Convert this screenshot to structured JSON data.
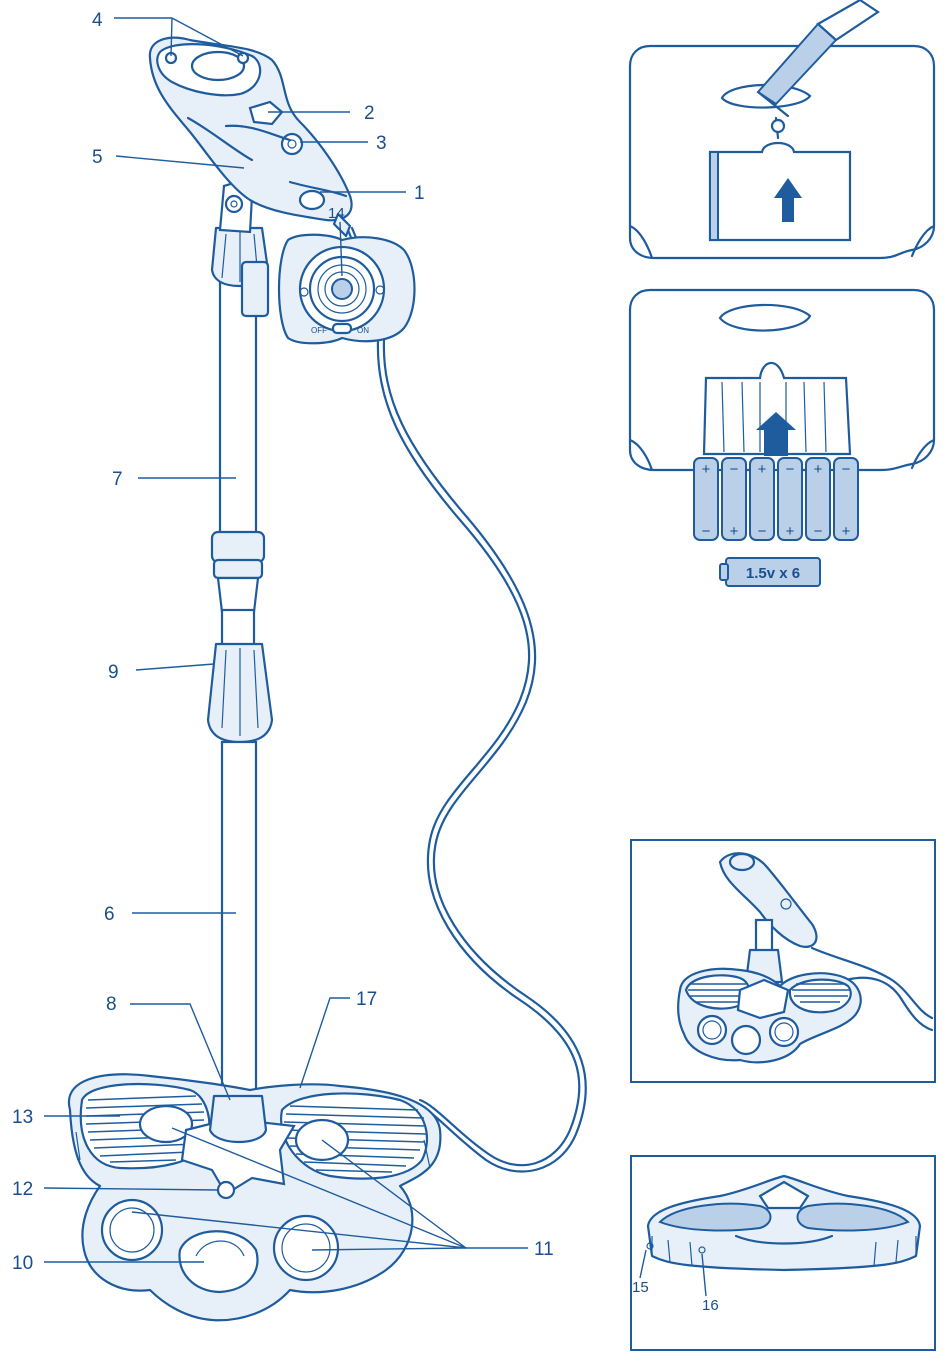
{
  "callouts": {
    "c1": "1",
    "c2": "2",
    "c3": "3",
    "c4": "4",
    "c5": "5",
    "c6": "6",
    "c7": "7",
    "c8": "8",
    "c9": "9",
    "c10": "10",
    "c11": "11",
    "c12": "12",
    "c13": "13",
    "c14": "14",
    "c15": "15",
    "c16": "16",
    "c17": "17"
  },
  "battery_label": "1.5v x 6",
  "speaker_switch": {
    "off": "OFF",
    "on": "ON"
  },
  "battery_marks": {
    "plus": "+",
    "minus": "−"
  },
  "colors": {
    "line": "#1f5c9e",
    "pale_fill": "#e7f0f8",
    "mid_fill": "#b9d0e8",
    "text": "#1a4f8c"
  },
  "icons": {
    "screwdriver": "screwdriver-icon",
    "up_arrow": "up-arrow-icon",
    "battery": "battery-icon"
  }
}
